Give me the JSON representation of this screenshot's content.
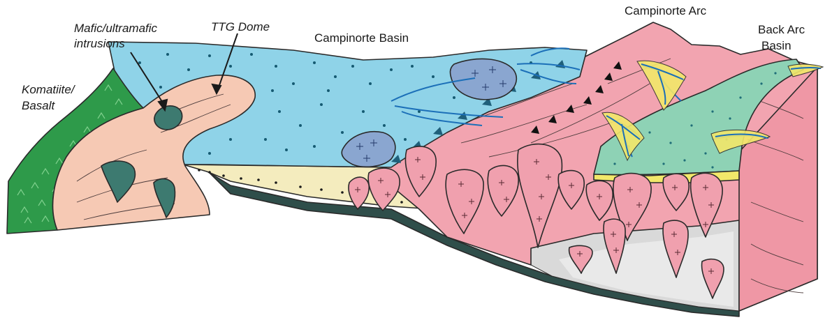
{
  "labels": {
    "komatiite": [
      "Komatiite/",
      "Basalt"
    ],
    "mafic": [
      "Mafic/ultramafic",
      "intrusions"
    ],
    "ttg_dome": "TTG Dome",
    "campinorte_basin": "Campinorte Basin",
    "campinorte_arc": "Campinorte Arc",
    "back_arc": [
      "Back Arc",
      "Basin"
    ]
  },
  "colors": {
    "komatiite_green": "#2e9a4a",
    "ttg_pink": "#f6c9b4",
    "basin_blue": "#8fd3e8",
    "arc_pink": "#f2a4b0",
    "backarc_green": "#8ed2b5",
    "sediment_yellow": "#f4ecbe",
    "intrusion_dark": "#3d7a70",
    "slab_dark": "#2f4e4a",
    "pluton_pink": "#f0a0ae",
    "purple_body": "#8aa6d0",
    "yellow_rim": "#f2e86a",
    "dike_blue": "#1b6fb8"
  }
}
